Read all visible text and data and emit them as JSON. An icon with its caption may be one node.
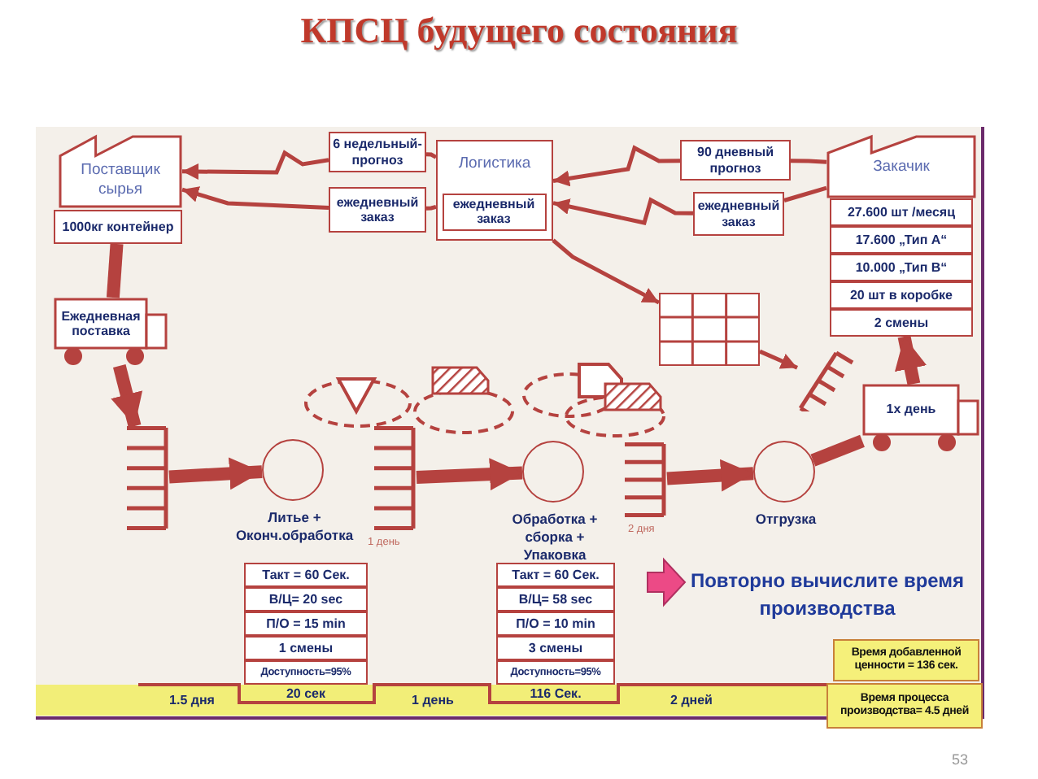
{
  "diagram": {
    "title": "КПСЦ будущего состояния",
    "nodes": [
      {
        "text": [
          "Поставщик сырья"
        ]
      },
      {
        "text": [
          "1000кг контейнер"
        ]
      },
      {
        "text": [
          "6 недельный-прогноз"
        ]
      },
      {
        "text": [
          "Логистика"
        ]
      },
      {
        "text": [
          "ежедневный заказ"
        ],
        "in": 3
      },
      {
        "text": [
          "ежедневный заказ"
        ]
      },
      {
        "text": [
          "90 дневный прогноз"
        ]
      },
      {
        "text": [
          "ежедневный заказ"
        ]
      },
      {
        "text": [
          "Закачик"
        ]
      },
      {
        "text": [
          "27.600 шт /месяц"
        ]
      },
      {
        "text": [
          "17.600 „Тип А“"
        ]
      },
      {
        "text": [
          "10.000 „Тип В“"
        ]
      },
      {
        "text": [
          "20 шт в коробке"
        ]
      },
      {
        "text": [
          "2 смены"
        ]
      },
      {
        "text": [
          "Ежедневная поставка"
        ]
      },
      {
        "text": [],
        "shape": "shelf"
      },
      {
        "text": [
          "Литье + Оконч.обработка"
        ]
      },
      {
        "text": [],
        "shape": "shelf"
      },
      {
        "text": [
          "Обработка + сборка + Упаковка"
        ]
      },
      {
        "text": [],
        "shape": "shelf"
      },
      {
        "text": [
          "Отгрузка"
        ]
      },
      {
        "text": [],
        "shape": "grid"
      },
      {
        "text": [
          "1x день"
        ]
      },
      {
        "text": [],
        "shape": "shelf"
      },
      {
        "text": [
          "Такт = 60 Сек."
        ]
      },
      {
        "text": [
          "В/Ц= 20 sec"
        ]
      },
      {
        "text": [
          "П/О = 15 min"
        ]
      },
      {
        "text": [
          "1 смены"
        ]
      },
      {
        "text": [
          "Доступность=95%"
        ]
      },
      {
        "text": [
          "Такт = 60 Сек."
        ]
      },
      {
        "text": [
          "В/Ц= 58 sec"
        ]
      },
      {
        "text": [
          "П/О = 10 min"
        ]
      },
      {
        "text": [
          "3 смены"
        ]
      },
      {
        "text": [
          "Доступность=95%"
        ]
      },
      {
        "text": [
          "Время добавленной ценности = 136 сек."
        ]
      },
      {
        "text": [
          "Время процесса производства= 4.5 дней"
        ]
      }
    ],
    "edges": [
      {
        "from": 3,
        "to": 2,
        "arrow": "none"
      },
      {
        "from": 2,
        "to": 0,
        "arrow": "to"
      },
      {
        "from": 3,
        "to": 5,
        "arrow": "none"
      },
      {
        "from": 5,
        "to": 0,
        "arrow": "to"
      },
      {
        "from": 8,
        "to": 6,
        "arrow": "none"
      },
      {
        "from": 6,
        "to": 3,
        "arrow": "to"
      },
      {
        "from": 8,
        "to": 7,
        "arrow": "none"
      },
      {
        "from": 7,
        "to": 3,
        "arrow": "to"
      },
      {
        "from": 3,
        "to": 21,
        "arrow": "to"
      },
      {
        "from": 21,
        "to": 23,
        "arrow": "to"
      },
      {
        "from": 1,
        "to": 14,
        "arrow": "none",
        "style": "thick"
      },
      {
        "from": 14,
        "to": 15,
        "arrow": "to",
        "style": "thick"
      },
      {
        "from": 15,
        "to": 16,
        "arrow": "to",
        "style": "thick"
      },
      {
        "from": 17,
        "to": 18,
        "arrow": "to",
        "style": "thick"
      },
      {
        "from": 19,
        "to": 20,
        "arrow": "to",
        "style": "thick"
      },
      {
        "from": 20,
        "to": 22,
        "arrow": "none",
        "style": "thick"
      },
      {
        "from": 22,
        "to": 13,
        "arrow": "to",
        "style": "thick"
      }
    ],
    "labels": [
      "1 день",
      "2 дня",
      "Повторно вычислите время производства",
      "1.5 дня",
      "20 сек",
      "1 день",
      "116 Сек.",
      "2 дней",
      "53"
    ]
  }
}
